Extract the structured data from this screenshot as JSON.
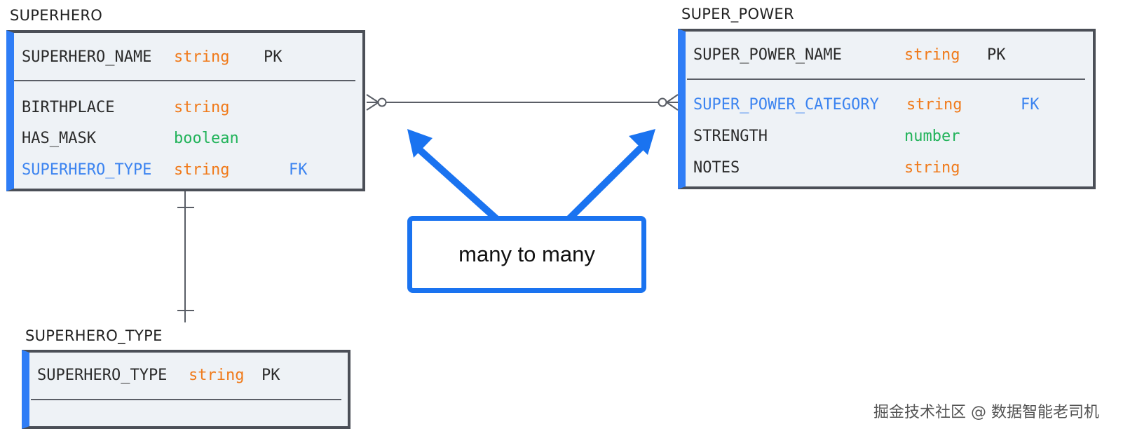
{
  "entities": {
    "superhero": {
      "title": "SUPERHERO",
      "pk": {
        "name": "SUPERHERO_NAME",
        "type": "string",
        "key": "PK"
      },
      "fields": [
        {
          "name": "BIRTHPLACE",
          "type": "string"
        },
        {
          "name": "HAS_MASK",
          "type": "boolean"
        },
        {
          "name": "SUPERHERO_TYPE",
          "type": "string",
          "key": "FK"
        }
      ]
    },
    "super_power": {
      "title": "SUPER_POWER",
      "pk": {
        "name": "SUPER_POWER_NAME",
        "type": "string",
        "key": "PK"
      },
      "fields": [
        {
          "name": "SUPER_POWER_CATEGORY",
          "type": "string",
          "key": "FK"
        },
        {
          "name": "STRENGTH",
          "type": "number"
        },
        {
          "name": "NOTES",
          "type": "string"
        }
      ]
    },
    "superhero_type": {
      "title": "SUPERHERO_TYPE",
      "pk": {
        "name": "SUPERHERO_TYPE",
        "type": "string",
        "key": "PK"
      }
    }
  },
  "callout": {
    "label": "many to many"
  },
  "watermark": "掘金技术社区 @ 数据智能老司机",
  "colors": {
    "accent_blue": "#2f7df6",
    "callout_blue": "#1a73f0",
    "type_string": "#f07a1a",
    "type_boolean_number": "#21b35a",
    "fk": "#3c84f0",
    "border": "#4b4f57",
    "fill": "#eef2f6"
  }
}
